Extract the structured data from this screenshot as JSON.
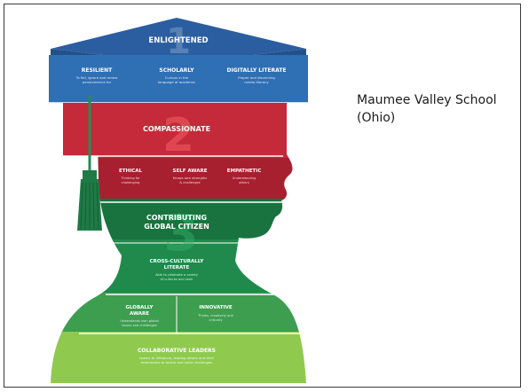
{
  "caption": {
    "line1": "Maumee Valley School",
    "line2": "(Ohio)"
  },
  "infographic": {
    "levels": [
      {
        "number": "1",
        "title": "ENLIGHTENED",
        "color": "#2f6fb3",
        "items": [
          {
            "title": "RESILIENT",
            "desc_line1": "To fail, ignore and renew",
            "desc_line2": "perseverence for"
          },
          {
            "title": "SCHOLARLY",
            "desc_line1": "Curious in the",
            "desc_line2": "language of academic"
          },
          {
            "title": "DIGITALLY LITERATE",
            "desc_line1": "Proper and discerning",
            "desc_line2": "media literacy"
          }
        ]
      },
      {
        "number": "2",
        "title": "COMPASSIONATE",
        "color": "#c42a3a",
        "items": [
          {
            "title": "ETHICAL",
            "desc_line1": "Thinking for",
            "desc_line2": "challenging"
          },
          {
            "title": "SELF AWARE",
            "desc_line1": "Knows own strengths",
            "desc_line2": "& challenges"
          },
          {
            "title": "EMPATHETIC",
            "desc_line1": "Understanding",
            "desc_line2": "others"
          }
        ]
      },
      {
        "number": "3",
        "title_line1": "CONTRIBUTING",
        "title_line2": "GLOBAL CITIZEN",
        "color": "#1f8a4c",
        "items": [
          {
            "title_line1": "CROSS-CULTURALLY",
            "title_line2": "LITERATE",
            "desc_line1": "Able to celebrate a variety",
            "desc_line2": "of cultures and seek"
          },
          {
            "title_line1": "GLOBALLY",
            "title_line2": "AWARE",
            "desc_line1": "Understands own global",
            "desc_line2": "issues and challenges"
          },
          {
            "title": "INNOVATIVE",
            "desc_line1": "Thinks, creatively and",
            "desc_line2": "critically"
          }
        ]
      }
    ],
    "base": {
      "title": "COLLABORATIVE LEADERS",
      "desc_line1": "Learns to influence, leading others and their",
      "desc_line2": "teammates to tackle and solve challenges",
      "color": "#7cbf3f"
    },
    "colors": {
      "blue_dark": "#2b5ea0",
      "red_dark": "#a7202f",
      "green_dark": "#18733e",
      "green_light": "#8fca4f"
    }
  }
}
